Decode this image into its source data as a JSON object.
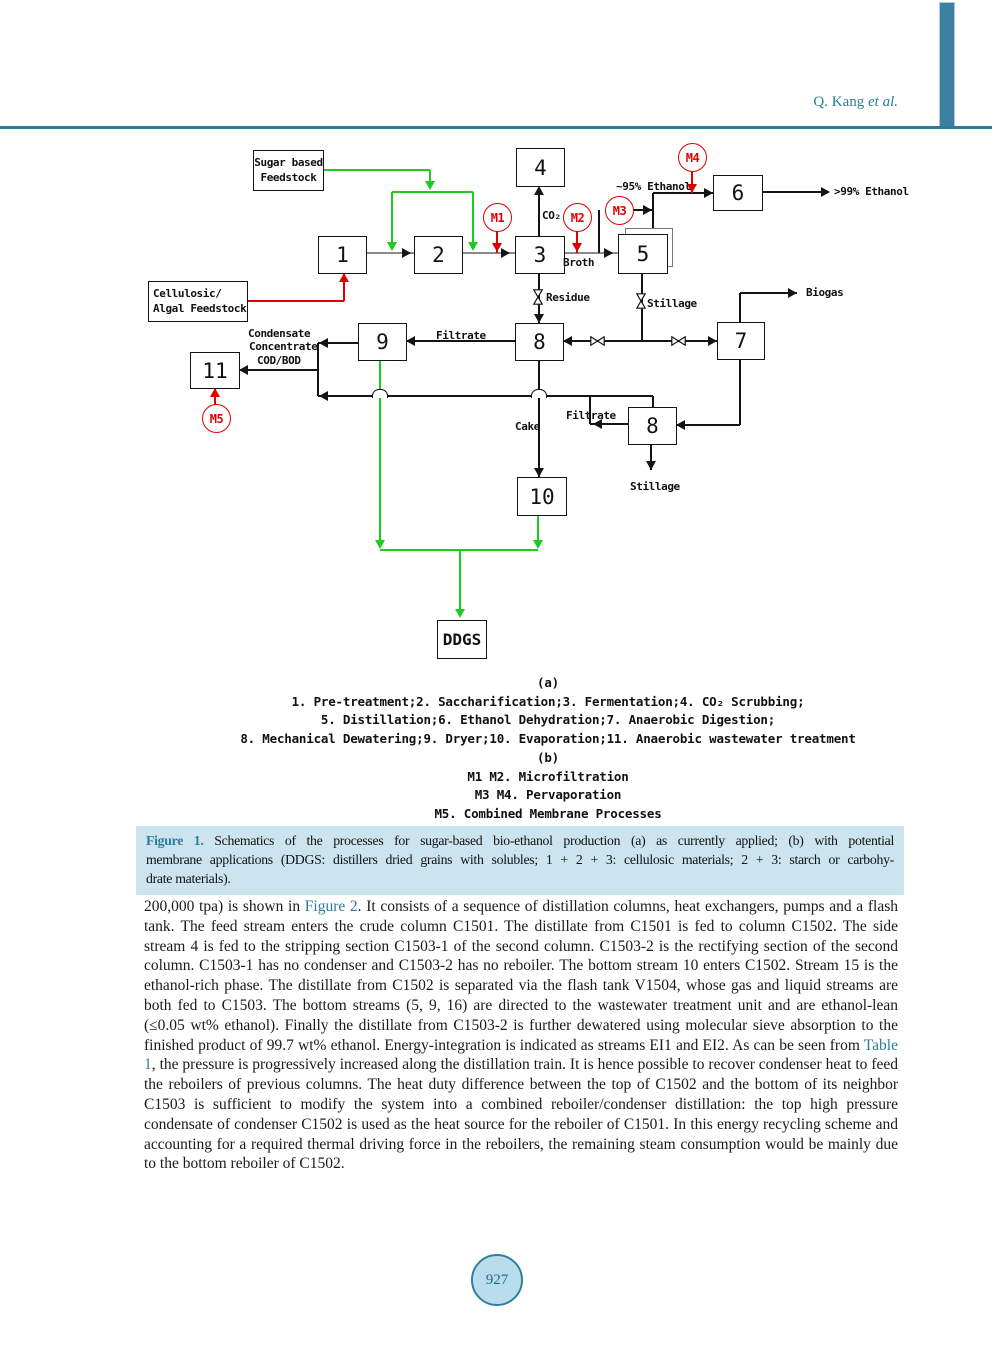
{
  "header": {
    "author_name": "Q. Kang",
    "author_suffix": "et al."
  },
  "diagram": {
    "boxes": {
      "b1": "1",
      "b2": "2",
      "b3": "3",
      "b4": "4",
      "b5": "5",
      "b6": "6",
      "b7": "7",
      "b8a": "8",
      "b8b": "8",
      "b9": "9",
      "b10": "10",
      "b11": "11",
      "ddgs": "DDGS"
    },
    "feeds": {
      "sugar_line1": "Sugar based",
      "sugar_line2": "Feedstock",
      "cell_line1": "Cellulosic/",
      "cell_line2": "Algal Feedstock"
    },
    "membranes": {
      "m1": "M1",
      "m2": "M2",
      "m3": "M3",
      "m4": "M4",
      "m5": "M5"
    },
    "streams": {
      "co2": "CO₂",
      "broth": "Broth",
      "residue": "Residue",
      "stillage_top": "Stillage",
      "eth95": "~95% Ethanol",
      "eth99": ">99% Ethanol",
      "biogas": "Biogas",
      "filtrate_left": "Filtrate",
      "filtrate_right": "Filtrate",
      "stillage_bottom": "Stillage",
      "cake": "Cake",
      "condensate": "Condensate",
      "concentrate": "Concentrate",
      "cod_bod": "COD/BOD"
    },
    "colors": {
      "membrane_red": "#e00000",
      "stream_green": "#1ecc1e",
      "accent_teal": "#2b7c9b",
      "caption_bg": "#cbe4f0"
    }
  },
  "diagram_caption": {
    "part_a": "(a)",
    "line1": "1. Pre-treatment;2. Saccharification;3. Fermentation;4. CO₂ Scrubbing;",
    "line2": "5. Distillation;6. Ethanol Dehydration;7. Anaerobic Digestion;",
    "line3": "8. Mechanical Dewatering;9. Dryer;10. Evaporation;11. Anaerobic wastewater treatment",
    "part_b": "(b)",
    "m12": "M1 M2. Microfiltration",
    "m34": "M3 M4. Pervaporation",
    "m5": "M5. Combined Membrane Processes"
  },
  "figure_caption": {
    "label": "Figure 1.",
    "line1_rest": " Schematics of the processes for sugar-based bio-ethanol production (a) as currently applied; (b) with potential",
    "line2": "membrane applications (DDGS: distillers dried grains with solubles; 1 + 2 + 3: cellulosic materials; 2 + 3: starch or carbohy-",
    "line3": "drate materials)."
  },
  "body_text": {
    "seg1": "200,000 tpa) is shown in ",
    "link_figure2": "Figure 2",
    "seg2": ". It consists of a sequence of distillation columns, heat exchangers, pumps and a flash tank. The feed stream enters the crude column C1501. The distillate from C1501 is fed to column C1502. The side stream 4 is fed to the stripping section C1503-1 of the second column. C1503-2 is the rectifying section of the second column. C1503-1 has no condenser and C1503-2 has no reboiler. The bottom stream 10 enters C1502. Stream 15 is the ethanol-rich phase. The distillate from C1502 is separated via the flash tank V1504, whose gas and liquid streams are both fed to C1503. The bottom streams (5, 9, 16) are directed to the wastewater treatment unit and are ethanol-lean (≤0.05 wt% ethanol). Finally the distillate from C1503-2 is further dewatered using molecular sieve absorption to the finished product of 99.7 wt% ethanol. Energy-integration is indicated as streams EI1 and EI2. As can be seen from ",
    "link_table1": "Table 1",
    "seg3": ", the pressure is progressively increased along the distillation train. It is hence possible to recover condenser heat to feed the reboilers of previous columns. The heat duty difference between the top of C1502 and the bottom of its neighbor C1503 is sufficient to modify the system into a combined reboiler/condenser distillation: the top high pressure condensate of condenser C1502 is used as the heat source for the reboiler of C1501. In this energy recycling scheme and accounting for a required thermal driving force in the reboilers, the remaining steam consumption would be mainly due to the bottom reboiler of C1502."
  },
  "footer": {
    "page_number": "927"
  }
}
